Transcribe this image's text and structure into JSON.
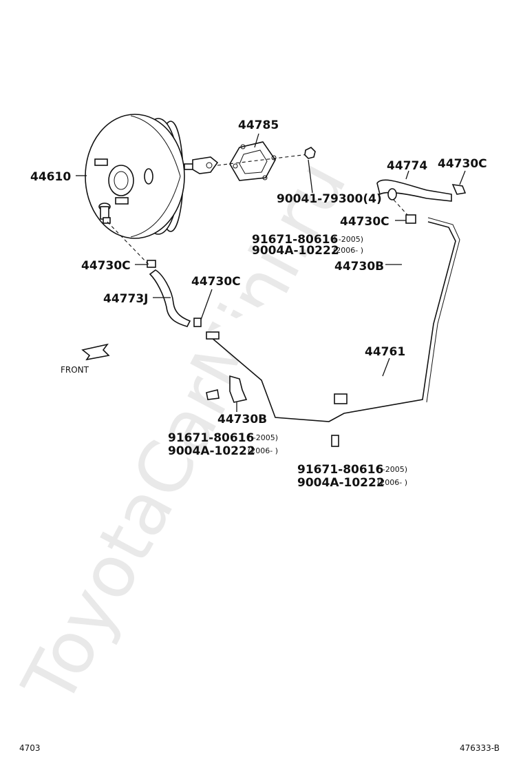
{
  "watermark": "ToyotaCarMini.ru",
  "front_label": "FRONT",
  "footer": {
    "left": "4703",
    "right": "476333-B"
  },
  "labels": {
    "booster": "44610",
    "gasket": "44785",
    "nut": "90041-79300(4)",
    "hose_upper": "44774",
    "clip_upper_right": "44730C",
    "clip_upper_mid": "44730C",
    "clip_left": "44730C",
    "clip_center": "44730C",
    "hose_j": "44773J",
    "tube": "44761",
    "clamp_upper": "44730B",
    "clamp_lower": "44730B"
  },
  "bolt_groups": {
    "upper": {
      "a": "91671-80616",
      "a_range": "(      -2005)",
      "b": "9004A-10222",
      "b_range": "(2006-     )"
    },
    "lower_left": {
      "a": "91671-80616",
      "a_range": "(      -2005)",
      "b": "9004A-10222",
      "b_range": "(2006-     )"
    },
    "lower_right": {
      "a": "91671-80616",
      "a_range": "(      -2005)",
      "b": "9004A-10222",
      "b_range": "(2006-     )"
    }
  }
}
